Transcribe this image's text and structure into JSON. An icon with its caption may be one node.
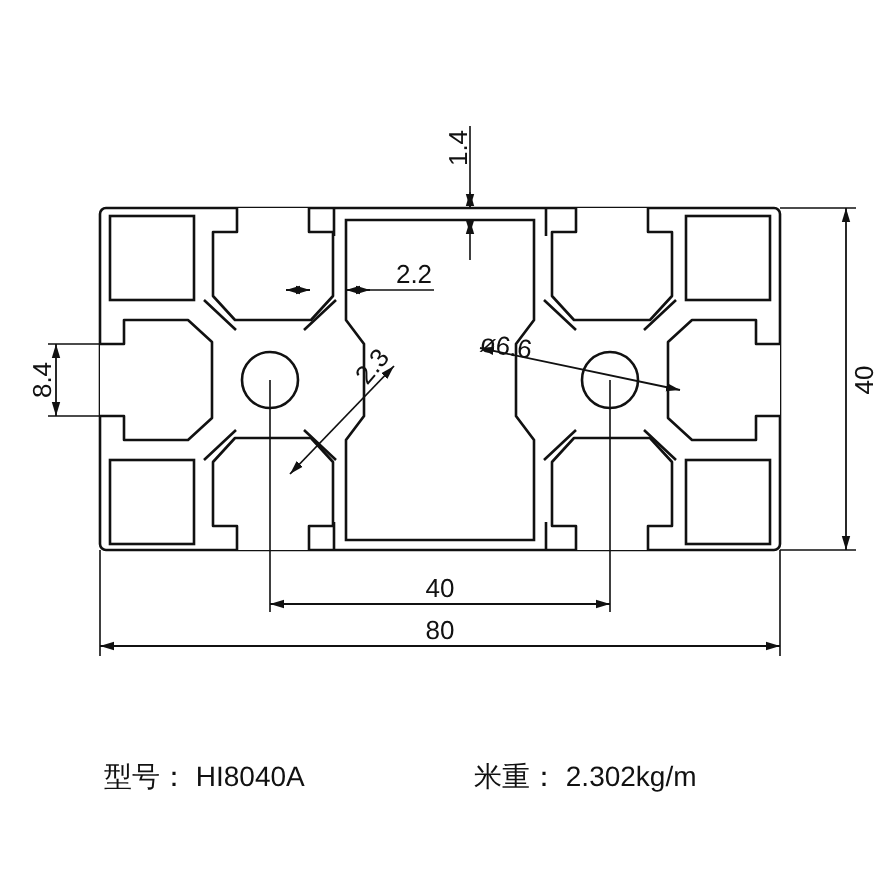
{
  "diagram": {
    "labels": [
      "1.4",
      "2.2",
      "ø6.6",
      "8.4",
      "2.3",
      "40",
      "40",
      "80",
      "型号： HI8040A",
      "米重： 2.302kg/m"
    ]
  }
}
